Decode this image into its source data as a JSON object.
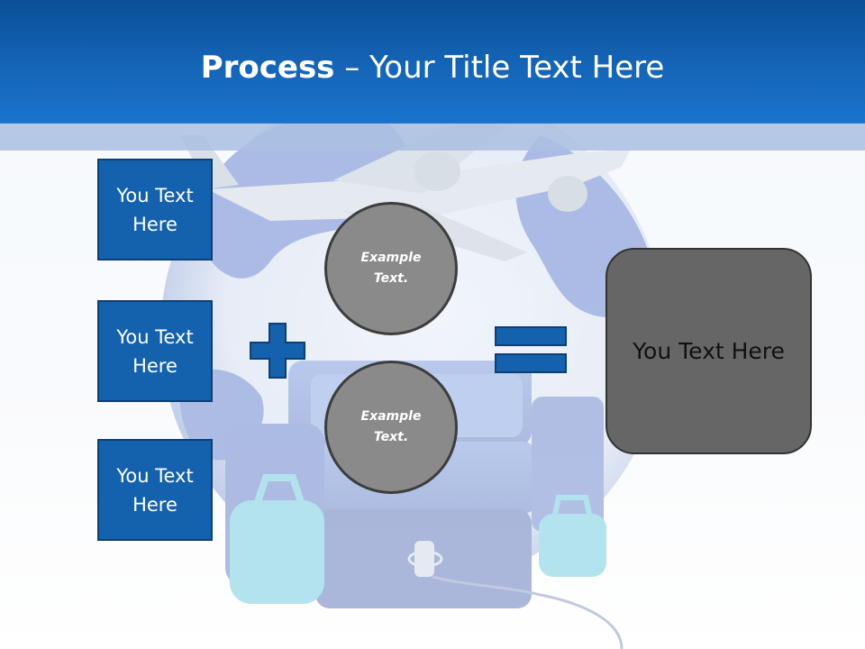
{
  "header": {
    "title_bold": "Process",
    "title_rest": " – Your Title Text Here"
  },
  "inputs": [
    {
      "label": "You Text Here"
    },
    {
      "label": "You Text Here"
    },
    {
      "label": "You Text Here"
    }
  ],
  "operators": {
    "plus": "plus-icon",
    "equals": "equals-icon"
  },
  "circles": [
    {
      "label": "Example Text."
    },
    {
      "label": "Example Text."
    }
  ],
  "result": {
    "label": "You Text Here"
  },
  "colors": {
    "header_blue": "#1565b8",
    "box_blue": "#1462ad",
    "circle_gray": "#8a8a8a",
    "result_gray": "#666666"
  }
}
